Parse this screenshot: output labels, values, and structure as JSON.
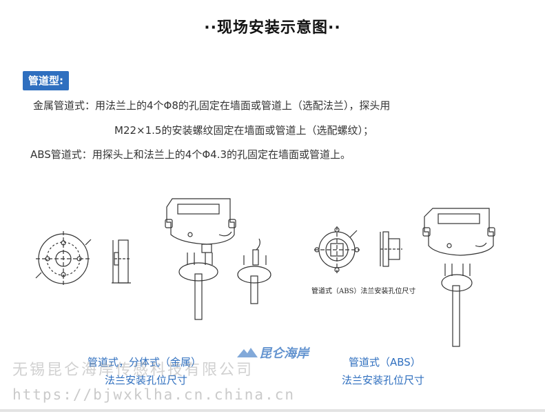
{
  "page": {
    "title": "··现场安装示意图··"
  },
  "section": {
    "tag": "管道型:",
    "lines": [
      "金属管道式：用法兰上的4个Φ8的孔固定在墙面或管道上（选配法兰），探头用",
      "M22×1.5的安装螺纹固定在墙面或管道上（选配螺纹）；",
      "ABS管道式：用探头上和法兰上的4个Φ4.3的孔固定在墙面或管道上。"
    ]
  },
  "figures": {
    "inline_label": "管道式（ABS）法兰安装孔位尺寸",
    "left_caption": [
      "管道式，分体式（金属）",
      "法兰安装孔位尺寸"
    ],
    "right_caption": [
      "管道式（ABS）",
      "法兰安装孔位尺寸"
    ]
  },
  "watermark": {
    "company": "无锡昆仑海岸传感科技有限公司",
    "url": "https://bjwxklha.cn.china.cn",
    "logo_text": "昆仑海岸"
  },
  "colors": {
    "accent": "#2f6fbf",
    "line": "#333333"
  }
}
